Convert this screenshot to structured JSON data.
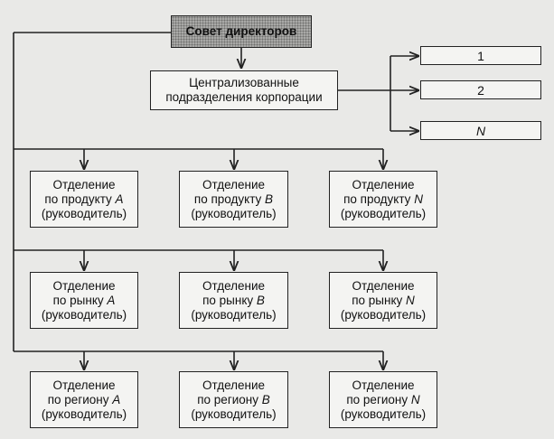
{
  "board": {
    "label": "Совет директоров"
  },
  "central": {
    "line1": "Централизованные",
    "line2": "подразделения корпорации"
  },
  "central_units": [
    {
      "label": "1"
    },
    {
      "label": "2"
    },
    {
      "label": "N"
    }
  ],
  "rows": [
    {
      "divisions": [
        {
          "line1": "Отделение",
          "line2_prefix": "по продукту ",
          "line2_var": "A",
          "line3": "(руководитель)"
        },
        {
          "line1": "Отделение",
          "line2_prefix": "по продукту ",
          "line2_var": "B",
          "line3": "(руководитель)"
        },
        {
          "line1": "Отделение",
          "line2_prefix": "по продукту ",
          "line2_var": "N",
          "line3": "(руководитель)"
        }
      ]
    },
    {
      "divisions": [
        {
          "line1": "Отделение",
          "line2_prefix": "по рынку ",
          "line2_var": "A",
          "line3": "(руководитель)"
        },
        {
          "line1": "Отделение",
          "line2_prefix": "по рынку ",
          "line2_var": "B",
          "line3": "(руководитель)"
        },
        {
          "line1": "Отделение",
          "line2_prefix": "по рынку ",
          "line2_var": "N",
          "line3": "(руководитель)"
        }
      ]
    },
    {
      "divisions": [
        {
          "line1": "Отделение",
          "line2_prefix": "по региону ",
          "line2_var": "A",
          "line3": "(руководитель)"
        },
        {
          "line1": "Отделение",
          "line2_prefix": "по региону ",
          "line2_var": "B",
          "line3": "(руководитель)"
        },
        {
          "line1": "Отделение",
          "line2_prefix": "по региону ",
          "line2_var": "N",
          "line3": "(руководитель)"
        }
      ]
    }
  ]
}
